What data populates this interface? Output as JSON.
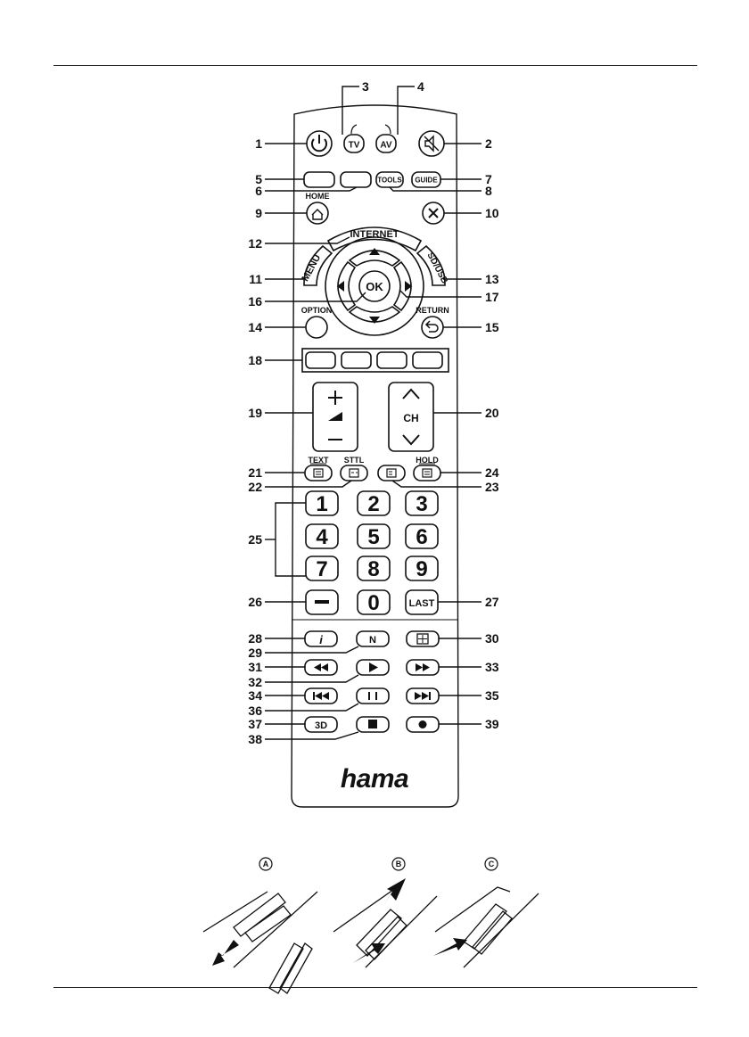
{
  "brand": "hama",
  "callouts": [
    "1",
    "2",
    "3",
    "4",
    "5",
    "6",
    "7",
    "8",
    "9",
    "10",
    "11",
    "12",
    "13",
    "14",
    "15",
    "16",
    "17",
    "18",
    "19",
    "20",
    "21",
    "22",
    "23",
    "24",
    "25",
    "26",
    "27",
    "28",
    "29",
    "30",
    "31",
    "32",
    "33",
    "34",
    "35",
    "36",
    "37",
    "38",
    "39"
  ],
  "buttons": {
    "tv": "TV",
    "av": "AV",
    "tools": "TOOLS",
    "guide": "GUIDE",
    "home": "HOME",
    "internet": "INTERNET",
    "menu": "MENU",
    "sd_usb": "SD/USB",
    "ok": "OK",
    "option": "OPTION",
    "return": "RETURN",
    "ch": "CH",
    "text": "TEXT",
    "sttl": "STTL",
    "hold": "HOLD",
    "digits": [
      "1",
      "2",
      "3",
      "4",
      "5",
      "6",
      "7",
      "8",
      "9",
      "0"
    ],
    "last": "LAST",
    "n": "N",
    "info": "i",
    "three_d": "3D"
  },
  "battery_steps": [
    "A",
    "B",
    "C"
  ],
  "icons": [
    "power-icon",
    "mute-icon",
    "home-icon",
    "close-icon",
    "arrow-up-icon",
    "arrow-down-icon",
    "arrow-left-icon",
    "arrow-right-icon",
    "return-icon",
    "volume-icon",
    "teletext-icon",
    "subtitle-icon",
    "hold-icon",
    "screen-icon",
    "rewind-icon",
    "play-icon",
    "fast-forward-icon",
    "skip-back-icon",
    "pause-icon",
    "skip-forward-icon",
    "stop-icon",
    "record-icon",
    "battery-icon"
  ]
}
